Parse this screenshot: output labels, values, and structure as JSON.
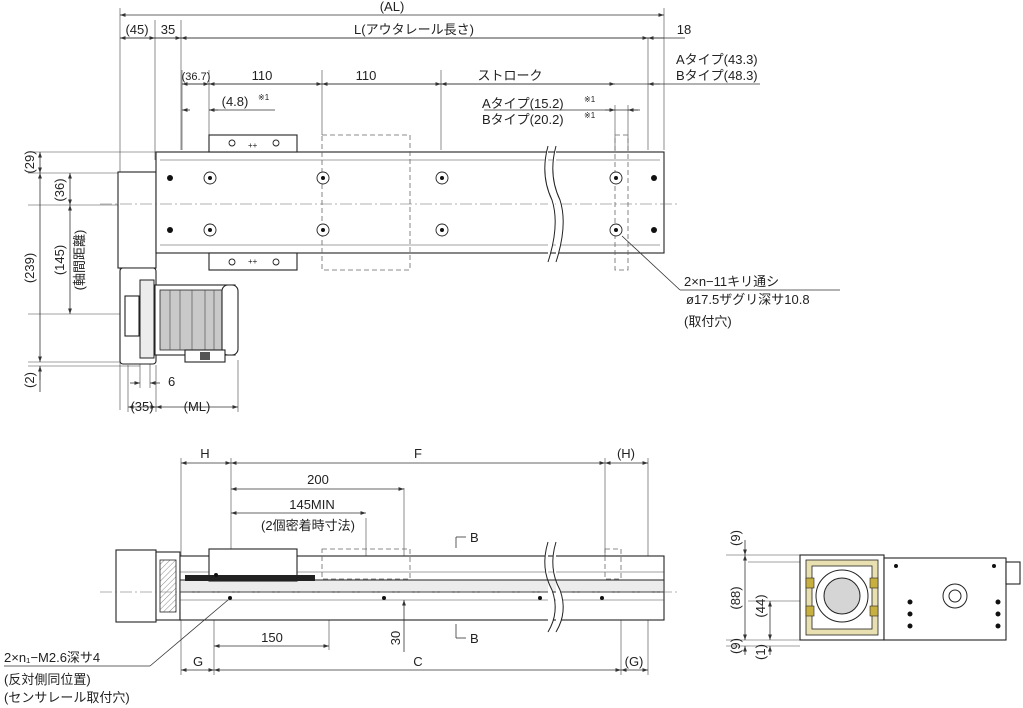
{
  "top_view": {
    "dim_AL": "(AL)",
    "dim_45": "(45)",
    "dim_35": "35",
    "dim_L": "L(アウタレール長さ)",
    "dim_18": "18",
    "dim_type_a_end": "Aタイプ(43.3)",
    "dim_type_b_end": "Bタイプ(48.3)",
    "dim_36_7": "(36.7)",
    "dim_110_a": "110",
    "dim_110_b": "110",
    "dim_stroke": "ストローク",
    "dim_4_8": "(4.8)",
    "note_mark_1": "※1",
    "dim_type_a_off": "Aタイプ(15.2)",
    "dim_type_b_off": "Bタイプ(20.2)",
    "note_mark_2": "※1",
    "note_mark_3": "※1",
    "dim_29": "(29)",
    "dim_36": "(36)",
    "dim_239": "(239)",
    "dim_145": "(145)",
    "axis_distance": "(軸間距離)",
    "dim_2": "(2)",
    "dim_6": "6",
    "dim_35b": "(35)",
    "dim_ML": "(ML)",
    "hole_note_1": "2×n−11キリ通シ",
    "hole_note_2": "ø17.5ザグリ深サ10.8",
    "hole_note_3": "(取付穴)"
  },
  "front_view": {
    "dim_H": "H",
    "dim_F": "F",
    "dim_H_paren": "(H)",
    "dim_200": "200",
    "dim_145min": "145MIN",
    "note_contact": "(2個密着時寸法)",
    "section_b_top": "B",
    "section_b_bottom": "B",
    "dim_150": "150",
    "dim_30": "30",
    "dim_G": "G",
    "dim_C": "C",
    "dim_G_paren": "(G)",
    "tap_note_1": "2×n₁−M2.6深サ4",
    "tap_note_2": "(反対側同位置)",
    "tap_note_3": "(センサレール取付穴)"
  },
  "side_view": {
    "dim_9_top": "(9)",
    "dim_88": "(88)",
    "dim_44": "(44)",
    "dim_9_bottom": "(9)",
    "dim_1": "(1)"
  }
}
